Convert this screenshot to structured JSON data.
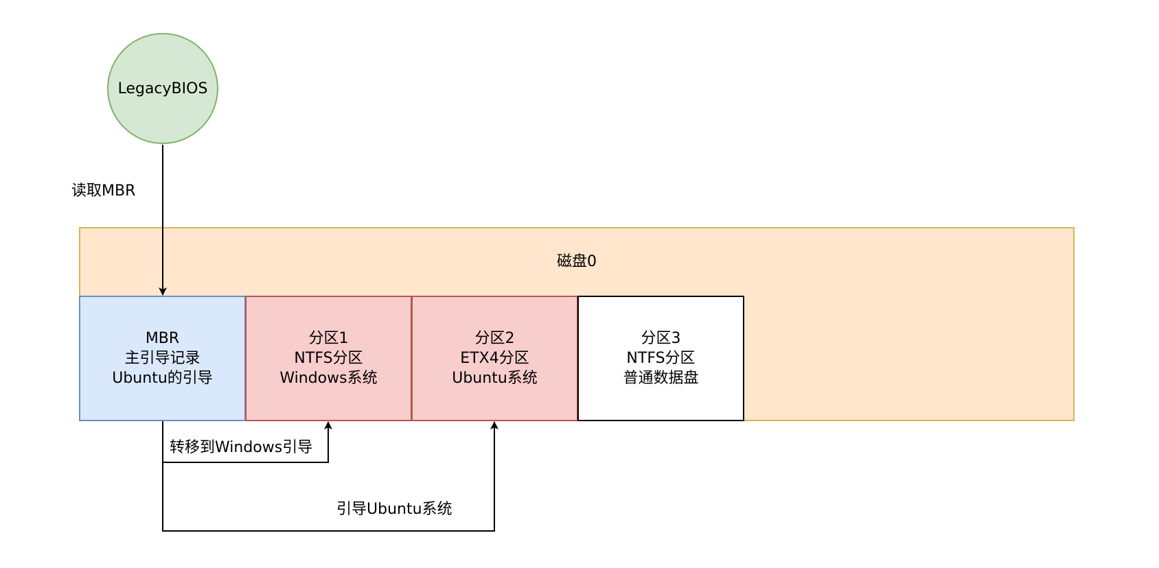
{
  "colors": {
    "bios_fill": "#d5e8d4",
    "bios_stroke": "#82b366",
    "disk_fill": "#ffe6cc",
    "disk_stroke": "#d6b656",
    "mbr_fill": "#dae8fc",
    "mbr_stroke": "#6c8ebf",
    "partition_fill": "#f8cecc",
    "partition_stroke": "#b85450",
    "plain_fill": "#ffffff",
    "plain_stroke": "#000000",
    "edge": "#000000"
  },
  "bios": {
    "label": "LegacyBIOS"
  },
  "disk": {
    "label": "磁盘0"
  },
  "blocks": {
    "mbr": "MBR\n主引导记录\nUbuntu的引导",
    "partition_1": "分区1\nNTFS分区\nWindows系统",
    "partition_2": "分区2\nETX4分区\nUbuntu系统",
    "partition_3": "分区3\nNTFS分区\n普通数据盘"
  },
  "edges": {
    "read_mbr": "读取MBR",
    "to_windows": "转移到Windows引导",
    "boot_ubuntu": "引导Ubuntu系统"
  }
}
